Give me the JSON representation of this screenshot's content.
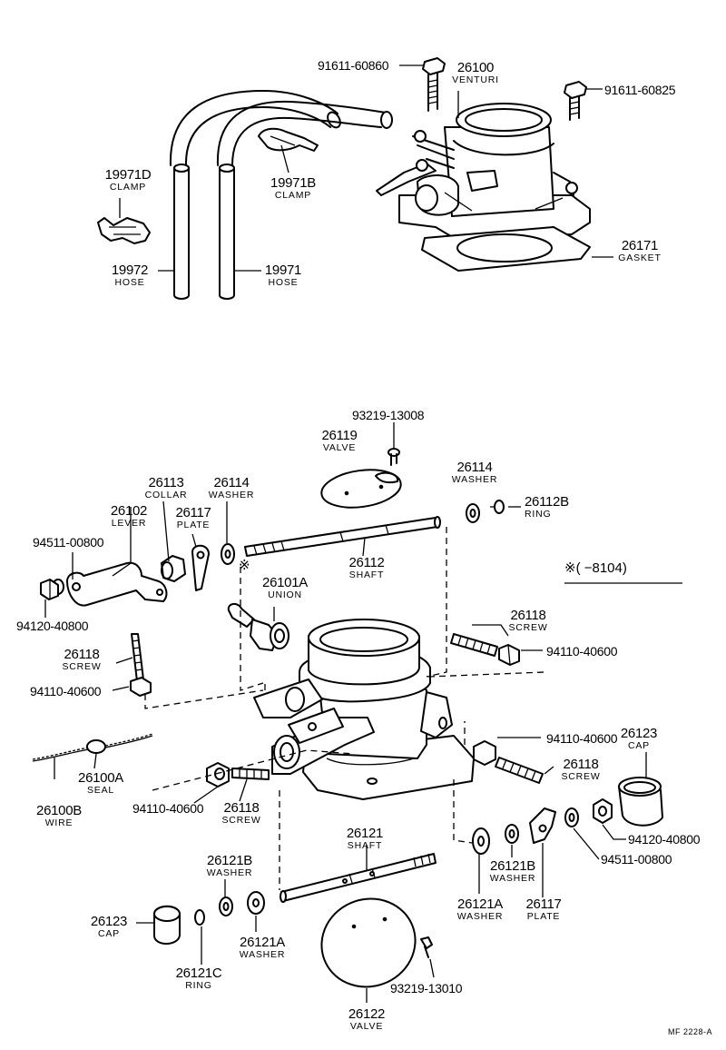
{
  "top_group": {
    "bolt_a": "91611-60860",
    "venturi": {
      "num": "26100",
      "name": "VENTURI"
    },
    "bolt_b": "91611-60825",
    "clamp_d": {
      "num": "19971D",
      "name": "CLAMP"
    },
    "clamp_b": {
      "num": "19971B",
      "name": "CLAMP"
    },
    "hose_a": {
      "num": "19972",
      "name": "HOSE"
    },
    "hose_b": {
      "num": "19971",
      "name": "HOSE"
    },
    "gasket": {
      "num": "26171",
      "name": "GASKET"
    }
  },
  "exploded_group": {
    "screw_top": "93219-13008",
    "valve_top": {
      "num": "26119",
      "name": "VALVE"
    },
    "washer_top_right": {
      "num": "26114",
      "name": "WASHER"
    },
    "ring_top": {
      "num": "26112B",
      "name": "RING"
    },
    "collar": {
      "num": "26113",
      "name": "COLLAR"
    },
    "washer_left": {
      "num": "26114",
      "name": "WASHER"
    },
    "lever": {
      "num": "26102",
      "name": "LEVER"
    },
    "plate_left": {
      "num": "26117",
      "name": "PLATE"
    },
    "washer_lever": "94511-00800",
    "union_mark": "※",
    "union": {
      "num": "26101A",
      "name": "UNION"
    },
    "shaft_top": {
      "num": "26112",
      "name": "SHAFT"
    },
    "note": "※(      −8104)",
    "nut_lever": "94120-40800",
    "screw_right_top": {
      "num": "26118",
      "name": "SCREW"
    },
    "nut_right_top": "94110-40600",
    "screw_left": {
      "num": "26118",
      "name": "SCREW"
    },
    "nut_left": "94110-40600",
    "nut_right_mid": "94110-40600",
    "cap_right": {
      "num": "26123",
      "name": "CAP"
    },
    "screw_right_mid": {
      "num": "26118",
      "name": "SCREW"
    },
    "seal": {
      "num": "26100A",
      "name": "SEAL"
    },
    "wire": {
      "num": "26100B",
      "name": "WIRE"
    },
    "nut_bottom_left": "94110-40600",
    "screw_bottom_left": {
      "num": "26118",
      "name": "SCREW"
    },
    "nut_right_low": "94120-40800",
    "shaft_bottom": {
      "num": "26121",
      "name": "SHAFT"
    },
    "washer_lever_right": "94511-00800",
    "washer_b_left": {
      "num": "26121B",
      "name": "WASHER"
    },
    "washer_b_right": {
      "num": "26121B",
      "name": "WASHER"
    },
    "cap_left": {
      "num": "26123",
      "name": "CAP"
    },
    "washer_a_right": {
      "num": "26121A",
      "name": "WASHER"
    },
    "plate_right": {
      "num": "26117",
      "name": "PLATE"
    },
    "washer_a_left": {
      "num": "26121A",
      "name": "WASHER"
    },
    "ring_bottom": {
      "num": "26121C",
      "name": "RING"
    },
    "screw_bottom": "93219-13010",
    "valve_bottom": {
      "num": "26122",
      "name": "VALVE"
    }
  },
  "footer": "MF  2228-A"
}
